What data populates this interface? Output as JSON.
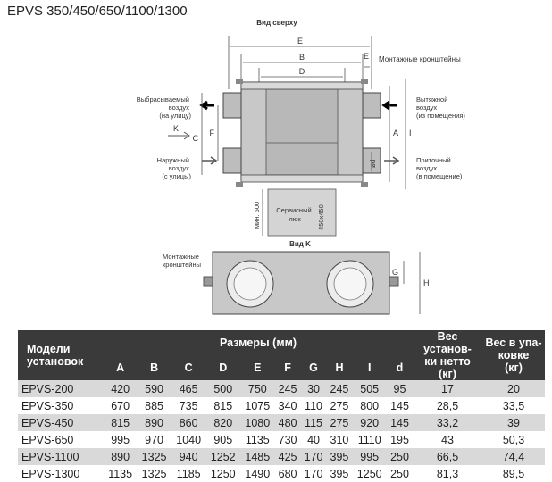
{
  "header": {
    "title": "EPVS 350/450/650/1100/1300"
  },
  "drawing": {
    "top_view_title": "Вид сверху",
    "view_k_title": "Вид K",
    "mount_brackets_top": "Монтажные кронштейны",
    "mount_brackets_left": [
      "Монтажные",
      "кронштейны"
    ],
    "exhaust_out": [
      "Выбрасываемый",
      "воздух",
      "(на улицу)"
    ],
    "outdoor_in": [
      "Наружный",
      "воздух",
      "(с улицы)"
    ],
    "extract_in": [
      "Вытяжной",
      "воздух",
      "(из помещения)"
    ],
    "supply_out": [
      "Приточный",
      "воздух",
      "(в помещение)"
    ],
    "service_hatch": [
      "Сервисный",
      "люк"
    ],
    "hatch_size": "450x450",
    "min_clearance": "мин. 600",
    "dim_letters": {
      "E_top": "E",
      "B": "B",
      "D": "D",
      "E_right": "E",
      "F": "F",
      "C": "C",
      "A": "A",
      "I": "I",
      "d": "ød",
      "K": "K",
      "G": "G",
      "H": "H"
    }
  },
  "table": {
    "model_header": [
      "Модели",
      "установок"
    ],
    "dims_header": "Размеры (мм)",
    "net_weight_header": [
      "Вес установ-",
      "ки нетто",
      "(кг)"
    ],
    "pack_weight_header": [
      "Вес в упа-",
      "ковке",
      "(кг)"
    ],
    "columns": [
      "A",
      "B",
      "C",
      "D",
      "E",
      "F",
      "G",
      "H",
      "I",
      "d"
    ],
    "rows": [
      [
        "EPVS-200",
        "420",
        "590",
        "465",
        "500",
        "750",
        "245",
        "30",
        "245",
        "505",
        "95",
        "17",
        "20"
      ],
      [
        "EPVS-350",
        "670",
        "885",
        "735",
        "815",
        "1075",
        "340",
        "110",
        "275",
        "800",
        "145",
        "28,5",
        "33,5"
      ],
      [
        "EPVS-450",
        "815",
        "890",
        "860",
        "820",
        "1080",
        "480",
        "115",
        "275",
        "920",
        "145",
        "33,2",
        "39"
      ],
      [
        "EPVS-650",
        "995",
        "970",
        "1040",
        "905",
        "1135",
        "730",
        "40",
        "310",
        "1110",
        "195",
        "43",
        "50,3"
      ],
      [
        "EPVS-1100",
        "890",
        "1325",
        "940",
        "1252",
        "1485",
        "425",
        "170",
        "395",
        "995",
        "250",
        "66,5",
        "74,4"
      ],
      [
        "EPVS-1300",
        "1135",
        "1325",
        "1185",
        "1250",
        "1490",
        "680",
        "170",
        "395",
        "1250",
        "250",
        "81,3",
        "89,5"
      ]
    ]
  }
}
